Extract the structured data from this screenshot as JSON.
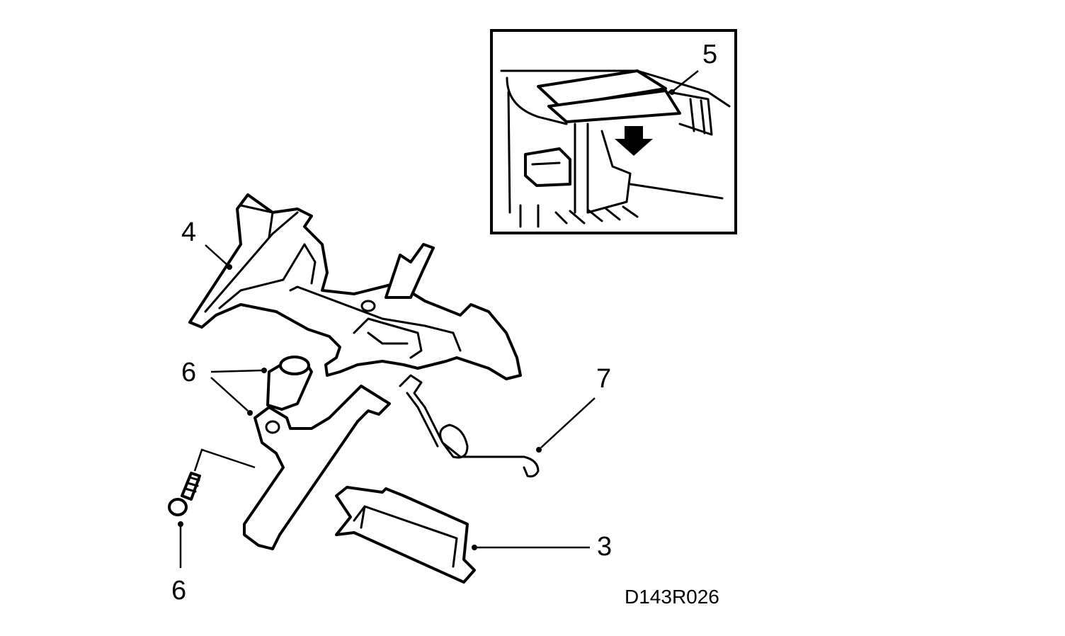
{
  "callouts": {
    "c3": "3",
    "c4": "4",
    "c5": "5",
    "c6_upper": "6",
    "c6_lower": "6",
    "c7": "7"
  },
  "drawing_code": "D143R026",
  "colors": {
    "ink": "#000000",
    "paper": "#ffffff"
  },
  "icons": {
    "inset_arrow": "down-arrow-icon"
  }
}
